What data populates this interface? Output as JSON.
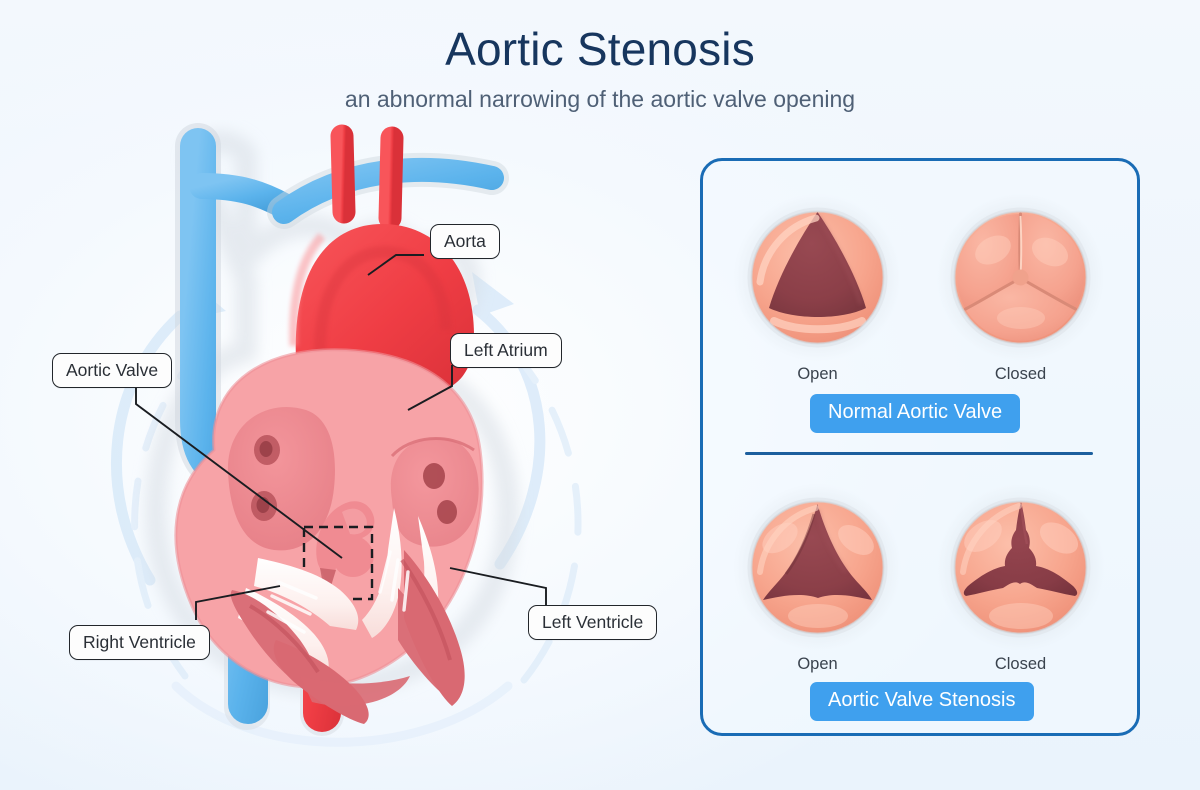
{
  "header": {
    "title": "Aortic Stenosis",
    "subtitle": "an abnormal narrowing of the aortic valve opening"
  },
  "colors": {
    "page_background": "#eff6fd",
    "title": "#17365e",
    "subtitle": "#4f6076",
    "panel_border": "#1a6cb5",
    "divider": "#1c5f9e",
    "badge_background": "#3fa0ee",
    "badge_text": "#ffffff",
    "artery_red": "#ef3d44",
    "vein_blue": "#5bb3ec",
    "pulmonary_blue": "#2a7fb0",
    "myocardium_pink": "#f3868c",
    "chamber_light": "#f7a3a7",
    "valve_ring_salmon": "#f7a58d",
    "valve_opening_maroon": "#8b3f48",
    "chordae_white": "#fdf4f2",
    "callout_border": "#22262b",
    "callout_fill": "#fdfdfd",
    "flow_arrow_blue": "#cde3f7"
  },
  "heart_diagram": {
    "callouts": [
      {
        "id": "aorta",
        "label": "Aorta"
      },
      {
        "id": "left-atrium",
        "label": "Left Atrium"
      },
      {
        "id": "aortic-valve",
        "label": "Aortic Valve"
      },
      {
        "id": "right-ventricle",
        "label": "Right Ventricle"
      },
      {
        "id": "left-ventricle",
        "label": "Left Ventricle"
      }
    ]
  },
  "comparison_panel": {
    "sections": [
      {
        "id": "normal",
        "badge": "Normal Aortic Valve",
        "figures": [
          {
            "id": "normal-open",
            "state": "Open"
          },
          {
            "id": "normal-closed",
            "state": "Closed"
          }
        ]
      },
      {
        "id": "stenosis",
        "badge": "Aortic Valve Stenosis",
        "figures": [
          {
            "id": "stenosis-open",
            "state": "Open"
          },
          {
            "id": "stenosis-closed",
            "state": "Closed"
          }
        ]
      }
    ]
  }
}
